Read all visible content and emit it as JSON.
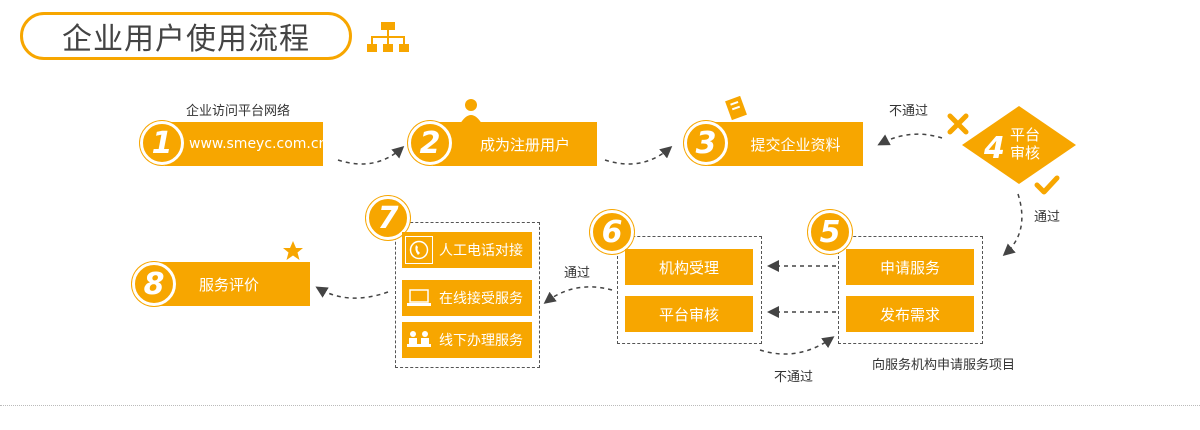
{
  "header": {
    "title": "企业用户使用流程",
    "icon": "org-chart-icon"
  },
  "colors": {
    "accent": "#f7a600",
    "text": "#333333"
  },
  "steps": {
    "s1": {
      "num": "1",
      "caption": "企业访问平台网络",
      "label": "www.smeyc.com.cn"
    },
    "s2": {
      "num": "2",
      "label": "成为注册用户"
    },
    "s3": {
      "num": "3",
      "label": "提交企业资料"
    },
    "s4": {
      "num": "4",
      "label_line1": "平台",
      "label_line2": "审核",
      "reject": "不通过",
      "pass": "通过"
    },
    "s5": {
      "num": "5",
      "btn1": "申请服务",
      "btn2": "发布需求",
      "caption": "向服务机构申请服务项目"
    },
    "s6": {
      "num": "6",
      "btn1": "机构受理",
      "btn2": "平台审核",
      "reject": "不通过",
      "pass": "通过"
    },
    "s7": {
      "num": "7",
      "opt1": "人工电话对接",
      "opt2": "在线接受服务",
      "opt3": "线下办理服务"
    },
    "s8": {
      "num": "8",
      "label": "服务评价"
    }
  }
}
